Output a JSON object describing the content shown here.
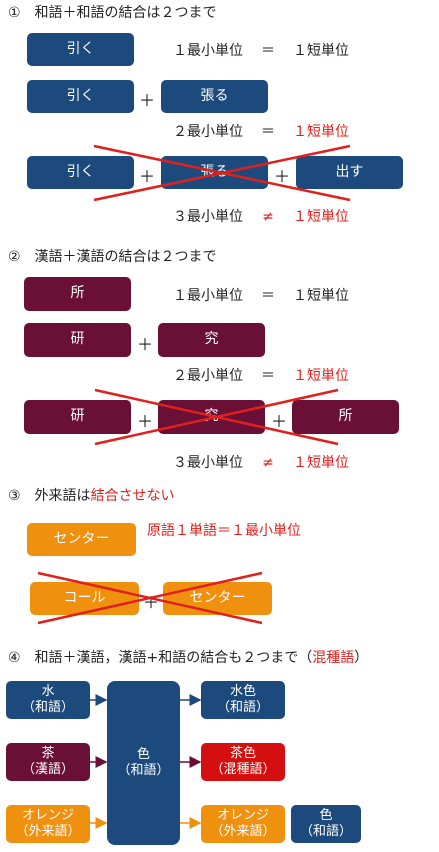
{
  "s1": {
    "heading": "①　和語＋和語の結合は２つまで",
    "w1": "引く",
    "w2": "張る",
    "w3": "出す",
    "plus": "＋",
    "eq1": {
      "left": "１最小単位",
      "op": "＝",
      "right": "１短単位"
    },
    "eq2": {
      "left": "２最小単位",
      "op": "＝",
      "right": "１短単位"
    },
    "eq3": {
      "left": "３最小単位",
      "op": "≠",
      "right": "１短単位"
    }
  },
  "s2": {
    "heading": "②　漢語＋漢語の結合は２つまで",
    "w_sho": "所",
    "w_ken": "研",
    "w_kyu": "究",
    "plus": "＋",
    "eq1": {
      "left": "１最小単位",
      "op": "＝",
      "right": "１短単位"
    },
    "eq2": {
      "left": "２最小単位",
      "op": "＝",
      "right": "１短単位"
    },
    "eq3": {
      "left": "３最小単位",
      "op": "≠",
      "right": "１短単位"
    }
  },
  "s3": {
    "heading_pre": "③　外来語は",
    "heading_red": "結合させない",
    "center": "センター",
    "note": "原語１単語＝１最小単位",
    "call": "コール",
    "plus": "＋"
  },
  "s4": {
    "heading_pre": "④　和語＋漢語，漢語+和語の結合も２つまで（",
    "heading_red": "混種語",
    "heading_post": "）",
    "mizu": "水",
    "mizu_type": "（和語）",
    "cha": "茶",
    "cha_type": "（漢語）",
    "orange": "オレンジ",
    "orange_type": "（外来語）",
    "iro": "色",
    "iro_type": "（和語）",
    "mizuiro": "水色",
    "mizuiro_type": "（和語）",
    "chairo": "茶色",
    "chairo_type": "（混種語）",
    "orange2": "オレンジ",
    "orange2_type": "（外来語）",
    "iro2": "色",
    "iro2_type": "（和語）"
  },
  "colors": {
    "wago": "#1d4a7c",
    "kango": "#6a0f36",
    "gairaigo": "#f0900f",
    "konshugo": "#d50f0f",
    "cross": "#e0201c"
  }
}
